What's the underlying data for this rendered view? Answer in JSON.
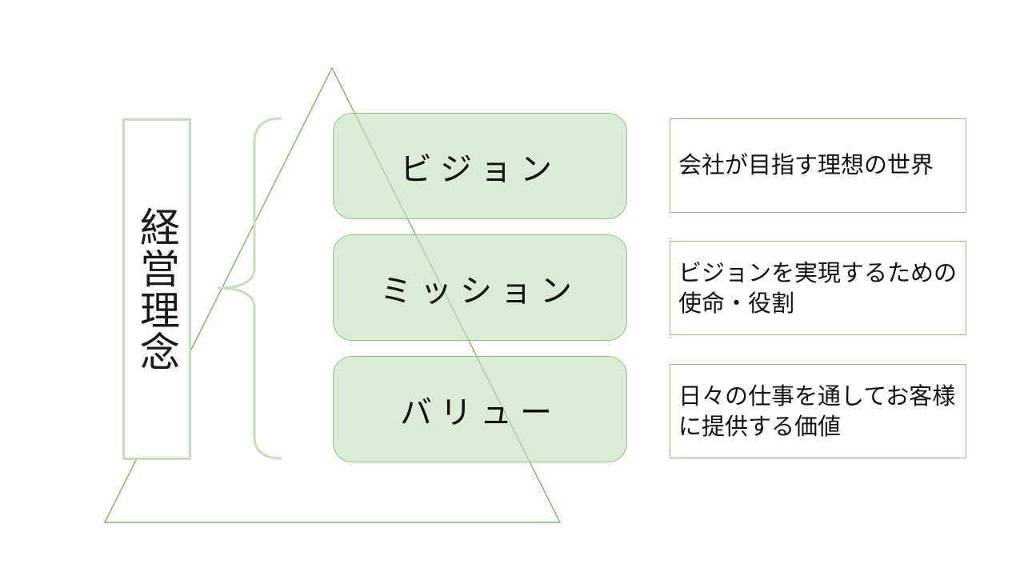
{
  "philosophy": {
    "label": "経営理念"
  },
  "tiers": [
    {
      "label": "ビジョン",
      "description": "会社が目指す理想の世界"
    },
    {
      "label": "ミッション",
      "description": "ビジョンを実現するための使命・役割"
    },
    {
      "label": "バリュー",
      "description": "日々の仕事を通してお客様に提供する価値"
    }
  ],
  "colors": {
    "triangle_stroke": "#6aa84f",
    "pill_fill": "#c6dfbb",
    "pill_border": "#92c47a",
    "philosophy_border": "#c6dfbb",
    "brace_stroke": "#c6dfbb",
    "desc_border": "#8fbf77"
  }
}
